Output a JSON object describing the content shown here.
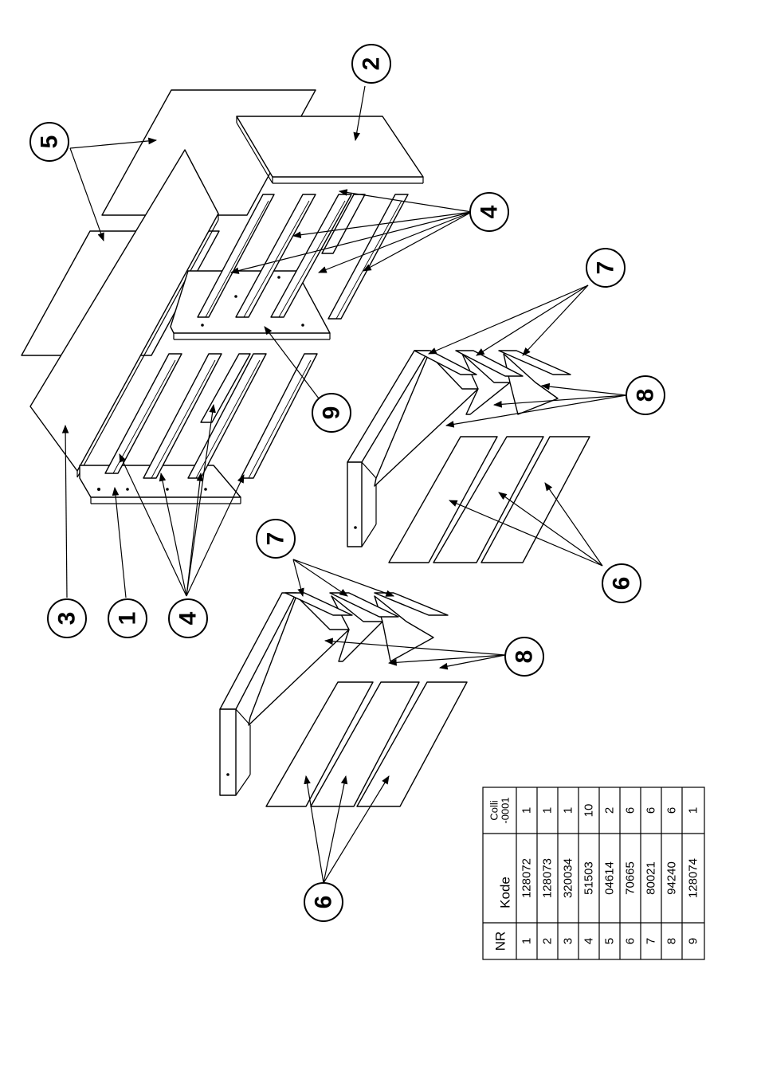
{
  "callouts": {
    "n1": "1",
    "n2": "2",
    "n3": "3",
    "n4": "4",
    "n5": "5",
    "n6": "6",
    "n7": "7",
    "n8": "8",
    "n9": "9"
  },
  "parts_table": {
    "headers": {
      "nr": "NR",
      "kode": "Kode",
      "colli_line1": "Colli",
      "colli_line2": "-0001"
    },
    "rows": [
      {
        "nr": "1",
        "kode": "128072",
        "colli": "1"
      },
      {
        "nr": "2",
        "kode": "128073",
        "colli": "1"
      },
      {
        "nr": "3",
        "kode": "320034",
        "colli": "1"
      },
      {
        "nr": "4",
        "kode": "51503",
        "colli": "10"
      },
      {
        "nr": "5",
        "kode": "04614",
        "colli": "2"
      },
      {
        "nr": "6",
        "kode": "70665",
        "colli": "6"
      },
      {
        "nr": "7",
        "kode": "80021",
        "colli": "6"
      },
      {
        "nr": "8",
        "kode": "94240",
        "colli": "6"
      },
      {
        "nr": "9",
        "kode": "128074",
        "colli": "1"
      }
    ]
  }
}
